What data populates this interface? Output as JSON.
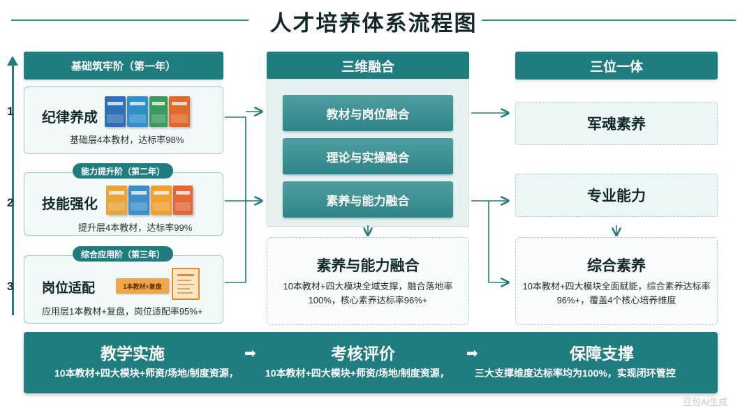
{
  "title": "人才培养体系流程图",
  "axis": {
    "numbers": [
      "1",
      "2",
      "3"
    ]
  },
  "columns": {
    "left_header": "基础筑牢阶（第一年）",
    "middle_header": "三维融合",
    "right_header": "三位一体"
  },
  "stages": [
    {
      "name": "纪律养成",
      "desc": "基础层4本教材，达标率98%",
      "pill": ""
    },
    {
      "name": "技能强化",
      "desc": "提升层4本教材，达标率99%",
      "pill": "能力提升阶（第二年）"
    },
    {
      "name": "岗位适配",
      "desc": "应用层1本教材+复盘，岗位适配率95%+",
      "pill": "综合应用阶（第三年）",
      "badge": "1本教材+复盘"
    }
  ],
  "book_colors": {
    "stage1": [
      "#2f6fb5",
      "#2f8fc9",
      "#3a9a5c",
      "#e06a2c"
    ],
    "stage2": [
      "#e8a53a",
      "#3d8fc4",
      "#f0a030",
      "#e2683a"
    ]
  },
  "middle": {
    "fusions": [
      "教材与岗位融合",
      "理论与实操融合",
      "素养与能力融合"
    ],
    "summary_title": "素养与能力融合",
    "summary_text": "10本教材+四大模块全域支撑，融合落地率100%，核心素养达标率96%+"
  },
  "right": {
    "boxes": [
      "军魂素养",
      "专业能力"
    ],
    "summary_title": "综合素养",
    "summary_text": "10本教材+四大模块全面赋能，综合素养达标率96%+，覆盖4个核心培养维度"
  },
  "bottom": {
    "steps": [
      "教学实施",
      "考核评价",
      "保障支撑"
    ],
    "arrow": "➡",
    "texts": [
      "10本教材+四大模块+师资/场地/制度资源，",
      "10本教材+四大模块+师资/场地/制度资源，",
      "三大支撑维度达标率均为100%，实现闭环管控"
    ]
  },
  "watermark": "豆包AI生成",
  "colors": {
    "accent": "#1f7d80",
    "light_panel": "#e6f2f2",
    "dashed_border": "#a9cfd0"
  }
}
